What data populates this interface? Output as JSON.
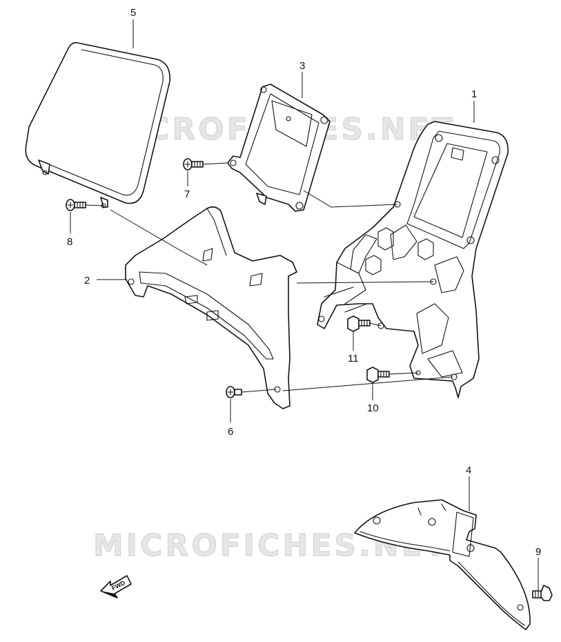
{
  "watermarks": {
    "top": "MICROFICHES.NET",
    "bottom": "MICROFICHES.NET"
  },
  "callouts": {
    "c1": "1",
    "c2": "2",
    "c3": "3",
    "c4": "4",
    "c5": "5",
    "c6": "6",
    "c7": "7",
    "c8": "8",
    "c9": "9",
    "c10": "10",
    "c11": "11"
  },
  "fwd_label": "FWD"
}
